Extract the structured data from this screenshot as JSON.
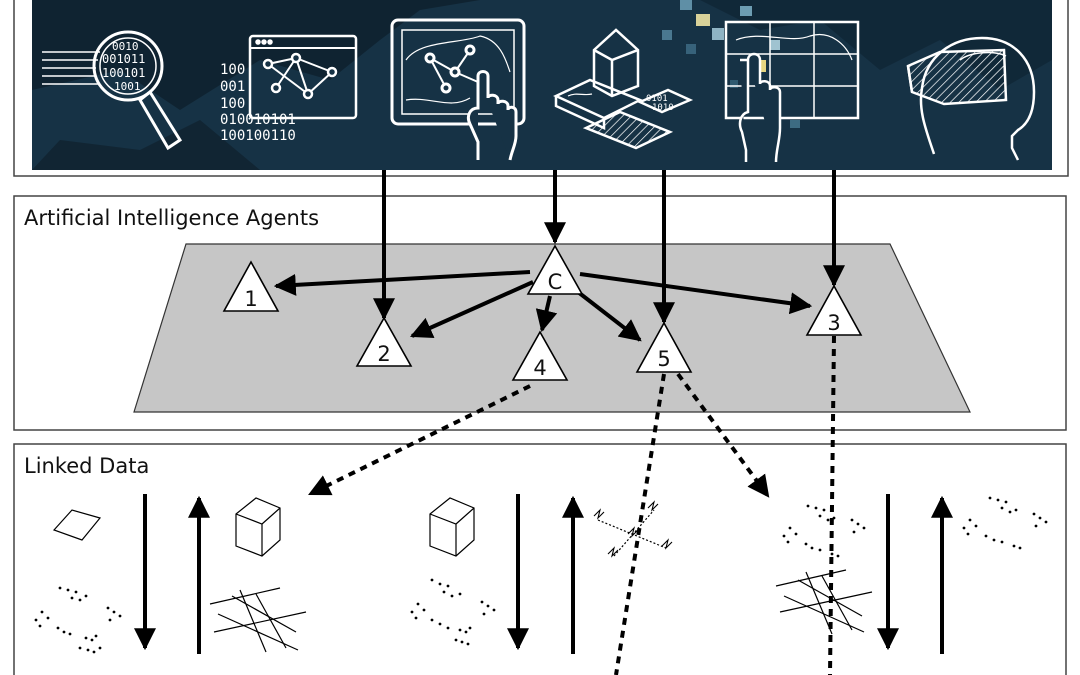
{
  "sections": {
    "agents_title": "Artificial Intelligence Agents",
    "linked_data_title": "Linked Data"
  },
  "banner": {
    "background_color": "#163245",
    "icons": [
      "magnifier-binary-icon",
      "network-window-icon",
      "touchscreen-map-icon",
      "3d-model-layers-icon",
      "map-touch-icon",
      "vr-headset-icon"
    ],
    "binary_text": [
      "100",
      "001",
      "100",
      "010010101",
      "100100110"
    ],
    "magnifier_text": [
      "0010",
      "001011",
      "100101",
      "1001"
    ],
    "layer_text": [
      "0101",
      "1010"
    ]
  },
  "agents": {
    "coordinator": "C",
    "nodes": [
      "1",
      "2",
      "3",
      "4",
      "5"
    ],
    "platform_color": "#c6c6c6"
  }
}
